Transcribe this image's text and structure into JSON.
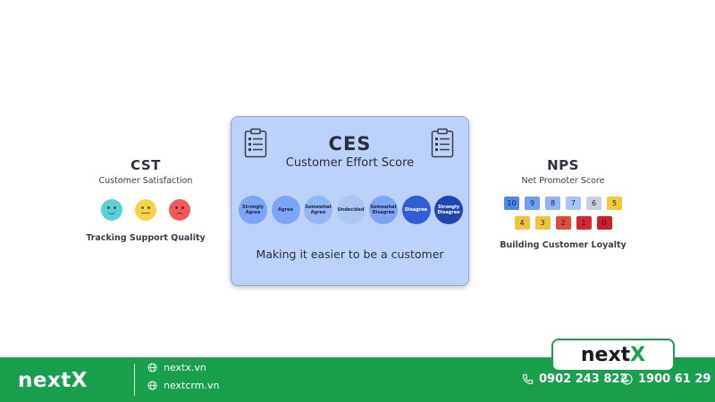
{
  "cst": {
    "abbr": "CST",
    "full": "Customer Satisfaction",
    "tag": "Tracking Support Quality",
    "faces": [
      {
        "icon": "happy-face-icon",
        "color": "#5cd1d3"
      },
      {
        "icon": "neutral-face-icon",
        "color": "#f5d547"
      },
      {
        "icon": "sad-face-icon",
        "color": "#f15a5a"
      }
    ]
  },
  "ces": {
    "title": "CES",
    "subtitle": "Customer Effort Score",
    "caption": "Making it easier to be a customer",
    "scale": [
      {
        "label": "Strongly Agree",
        "color": "#7aa6f5"
      },
      {
        "label": "Agree",
        "color": "#7aa6f5"
      },
      {
        "label": "Somewhat Agree",
        "color": "#93b8f7"
      },
      {
        "label": "Undecided",
        "color": "#adc6f8"
      },
      {
        "label": "Somewhat Disagree",
        "color": "#7aa6f5"
      },
      {
        "label": "Disagree",
        "color": "#2f5fd6"
      },
      {
        "label": "Strongly Disagree",
        "color": "#1f47b4"
      }
    ]
  },
  "nps": {
    "abbr": "NPS",
    "full": "Net Promoter Score",
    "tag": "Building Customer Loyalty",
    "row1": [
      {
        "label": "10",
        "color": "#4f86f0"
      },
      {
        "label": "9",
        "color": "#6f9ef5"
      },
      {
        "label": "8",
        "color": "#8fb3f5"
      },
      {
        "label": "7",
        "color": "#a8c3f5"
      },
      {
        "label": "6",
        "color": "#c7cfdc"
      },
      {
        "label": "5",
        "color": "#f1c93b"
      }
    ],
    "row2": [
      {
        "label": "4",
        "color": "#f0c43a"
      },
      {
        "label": "3",
        "color": "#eec43d"
      },
      {
        "label": "2",
        "color": "#e14b3a"
      },
      {
        "label": "1",
        "color": "#d9262e"
      },
      {
        "label": "0",
        "color": "#cc1f2a"
      }
    ]
  },
  "footer": {
    "brand": "nextX",
    "links": [
      "nextx.vn",
      "nextcrm.vn"
    ],
    "phones": [
      "0902 243 822",
      "1900 61 29"
    ],
    "logo_main": "next",
    "logo_accent": "X",
    "accent_color": "#1a9f4c"
  }
}
